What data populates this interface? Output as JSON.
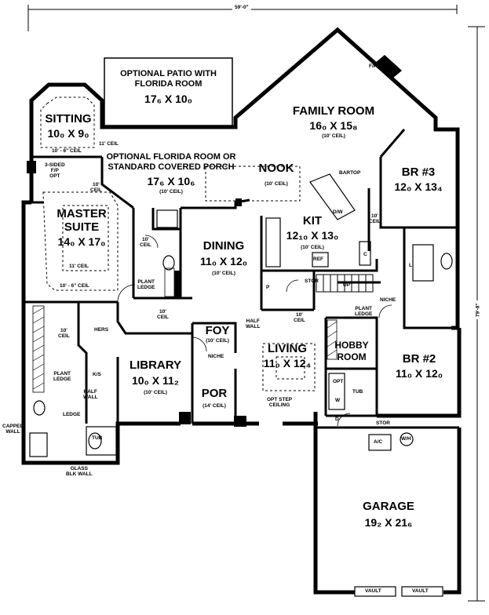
{
  "dimensions": {
    "width": "59'-0\"",
    "depth": "79'-8\""
  },
  "rooms": {
    "patio": {
      "name_line1": "OPTIONAL PATIO WITH",
      "name_line2": "FLORIDA ROOM",
      "size": "17₆ X 10₀"
    },
    "family": {
      "name": "FAMILY ROOM",
      "size": "16₀ X 15₈",
      "ceiling": "(10' CEIL)"
    },
    "sitting": {
      "name": "SITTING",
      "size": "10₀ X 9₀"
    },
    "florida": {
      "name_line1": "OPTIONAL FLORIDA ROOM OR",
      "name_line2": "STANDARD COVERED PORCH",
      "size": "17₆ X 10₆",
      "ceiling": "(10' CEIL)"
    },
    "nook": {
      "name": "NOOK",
      "ceiling": "(10' CEIL)"
    },
    "br3": {
      "name": "BR #3",
      "size": "12₀ X 13₄"
    },
    "master": {
      "name_line1": "MASTER",
      "name_line2": "SUITE",
      "size": "14₀ X 17₀"
    },
    "kit": {
      "name": "KIT",
      "size": "12₁₀ X 13₀",
      "ceiling": "(10' CEIL)"
    },
    "dining": {
      "name": "DINING",
      "size": "11₀ X 12₀",
      "ceiling": "(10' CEIL)"
    },
    "foy": {
      "name": "FOY",
      "ceiling": "(10' CEIL)"
    },
    "library": {
      "name": "LIBRARY",
      "size": "10₀ X 11₂",
      "ceiling": "(10' CEIL)"
    },
    "living": {
      "name": "LIVING",
      "size": "11₀ X 12₄"
    },
    "hobby": {
      "name_line1": "HOBBY",
      "name_line2": "ROOM"
    },
    "br2": {
      "name": "BR #2",
      "size": "11₀ X 12₀"
    },
    "por": {
      "name": "POR",
      "ceiling": "(14' CEIL)"
    },
    "garage": {
      "name": "GARAGE",
      "size": "19₂ X 21₆"
    }
  },
  "notes": {
    "fp": "F/P",
    "ceil_11_sitting": "11' CEIL",
    "ceil_10_6_sitting": "10' - 6\" CEIL",
    "fp3_line1": "3-SIDED",
    "fp3_line2": "F/P",
    "fp3_line3": "OPT",
    "ceil_10_master_line1": "10'",
    "ceil_10_master_line2": "CEIL",
    "ceil_11_master": "11' CEIL",
    "ceil_10_6_master": "10' - 6\" CEIL",
    "bartop": "BARTOP",
    "dw": "D/W",
    "ceil_10_br3_line1": "10'",
    "ceil_10_br3_line2": "CEIL",
    "ceil_10_bath_line1": "10'",
    "ceil_10_bath_line2": "CEIL",
    "ref": "REF",
    "c": "C",
    "l": "L",
    "p": "P",
    "stor_kit": "STOR",
    "up": "UP",
    "plant_ledge_dining_line1": "PLANT",
    "plant_ledge_dining_line2": "LEDGE",
    "niche_br2": "NICHE",
    "ceil_10_hers_line1": "10'",
    "ceil_10_hers_line2": "CEIL",
    "hers": "HERS",
    "ceil_10_lib_line1": "10'",
    "ceil_10_lib_line2": "CEIL",
    "half_wall_foy_line1": "HALF",
    "half_wall_foy_line2": "WALL",
    "niche_foy": "NICHE",
    "ceil_10_living_line1": "10'",
    "ceil_10_living_line2": "CEIL",
    "plant_ledge_hobby_line1": "PLANT",
    "plant_ledge_hobby_line2": "LEDGE",
    "plant_ledge_master_line1": "PLANT",
    "plant_ledge_master_line2": "LEDGE",
    "ks": "K/S",
    "half_wall_line1": "HALF",
    "half_wall_line2": "WALL",
    "ledge": "LEDGE",
    "capped_wall_line1": "CAPPED",
    "capped_wall_line2": "WALL",
    "tub_master": "TUB",
    "glass_blk_line1": "GLASS",
    "glass_blk_line2": "BLK WALL",
    "opt": "OPT",
    "tub_hobby": "TUB",
    "w": "W",
    "d": "D",
    "opt_step_line1": "OPT STEP",
    "opt_step_line2": "CEILING",
    "stor_garage": "STOR",
    "ac": "A/C",
    "wh": "W/H",
    "vault1": "VAULT",
    "vault2": "VAULT"
  }
}
